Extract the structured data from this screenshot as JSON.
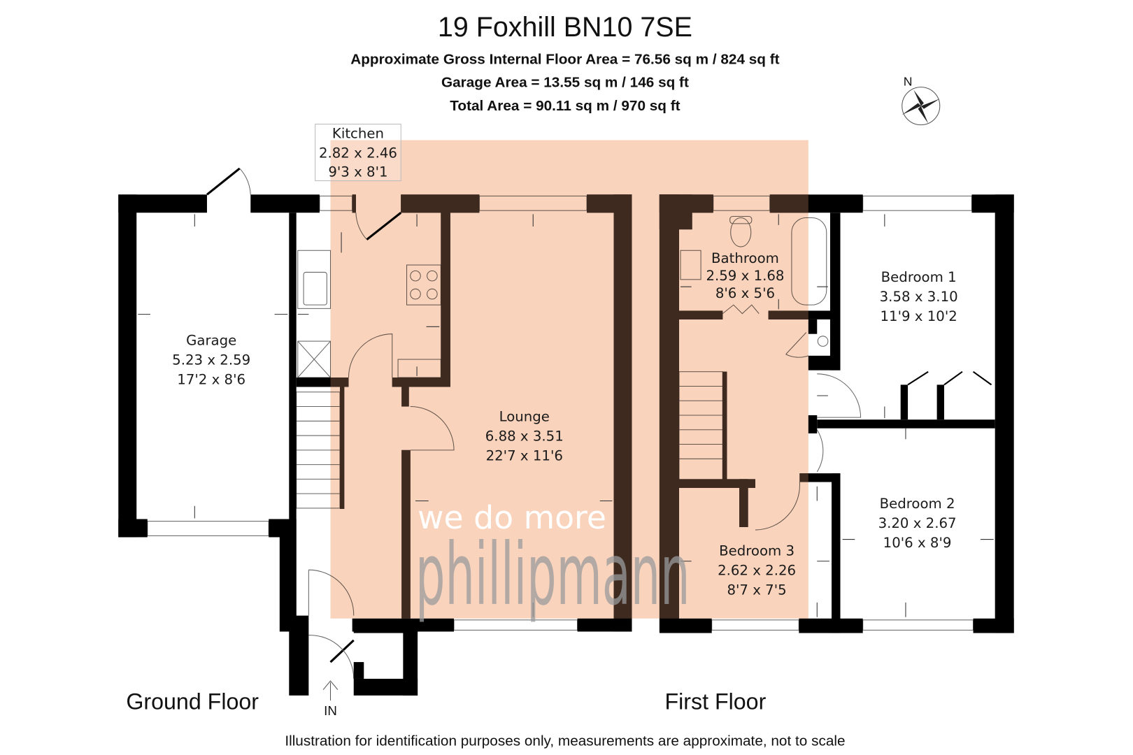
{
  "header": {
    "title": "19 Foxhill BN10 7SE",
    "gross_area": "Approximate Gross Internal Floor Area = 76.56 sq m / 824 sq ft",
    "garage_area": "Garage Area = 13.55 sq m / 146 sq ft",
    "total_area": "Total Area = 90.11 sq m / 970 sq ft"
  },
  "compass": {
    "label": "N"
  },
  "rooms": {
    "kitchen": {
      "name": "Kitchen",
      "metric": "2.82 x 2.46",
      "imperial": "9'3 x 8'1"
    },
    "garage": {
      "name": "Garage",
      "metric": "5.23 x 2.59",
      "imperial": "17'2 x 8'6"
    },
    "lounge": {
      "name": "Lounge",
      "metric": "6.88 x 3.51",
      "imperial": "22'7 x 11'6"
    },
    "bathroom": {
      "name": "Bathroom",
      "metric": "2.59 x 1.68",
      "imperial": "8'6 x 5'6"
    },
    "bedroom1": {
      "name": "Bedroom 1",
      "metric": "3.58 x 3.10",
      "imperial": "11'9 x 10'2"
    },
    "bedroom2": {
      "name": "Bedroom 2",
      "metric": "3.20 x 2.67",
      "imperial": "10'6 x 8'9"
    },
    "bedroom3": {
      "name": "Bedroom 3",
      "metric": "2.62 x 2.26",
      "imperial": "8'7 x 7'5"
    }
  },
  "floors": {
    "ground": "Ground Floor",
    "first": "First Floor"
  },
  "entrance": "IN",
  "watermark": {
    "brand": "phillipmann",
    "tagline": "we do more"
  },
  "footer": "Illustration for identification purposes only, measurements are approximate, not to scale",
  "colors": {
    "wall": "#000000",
    "highlight": "#f9d3bc",
    "wall_in_highlight": "#3f2a20"
  }
}
